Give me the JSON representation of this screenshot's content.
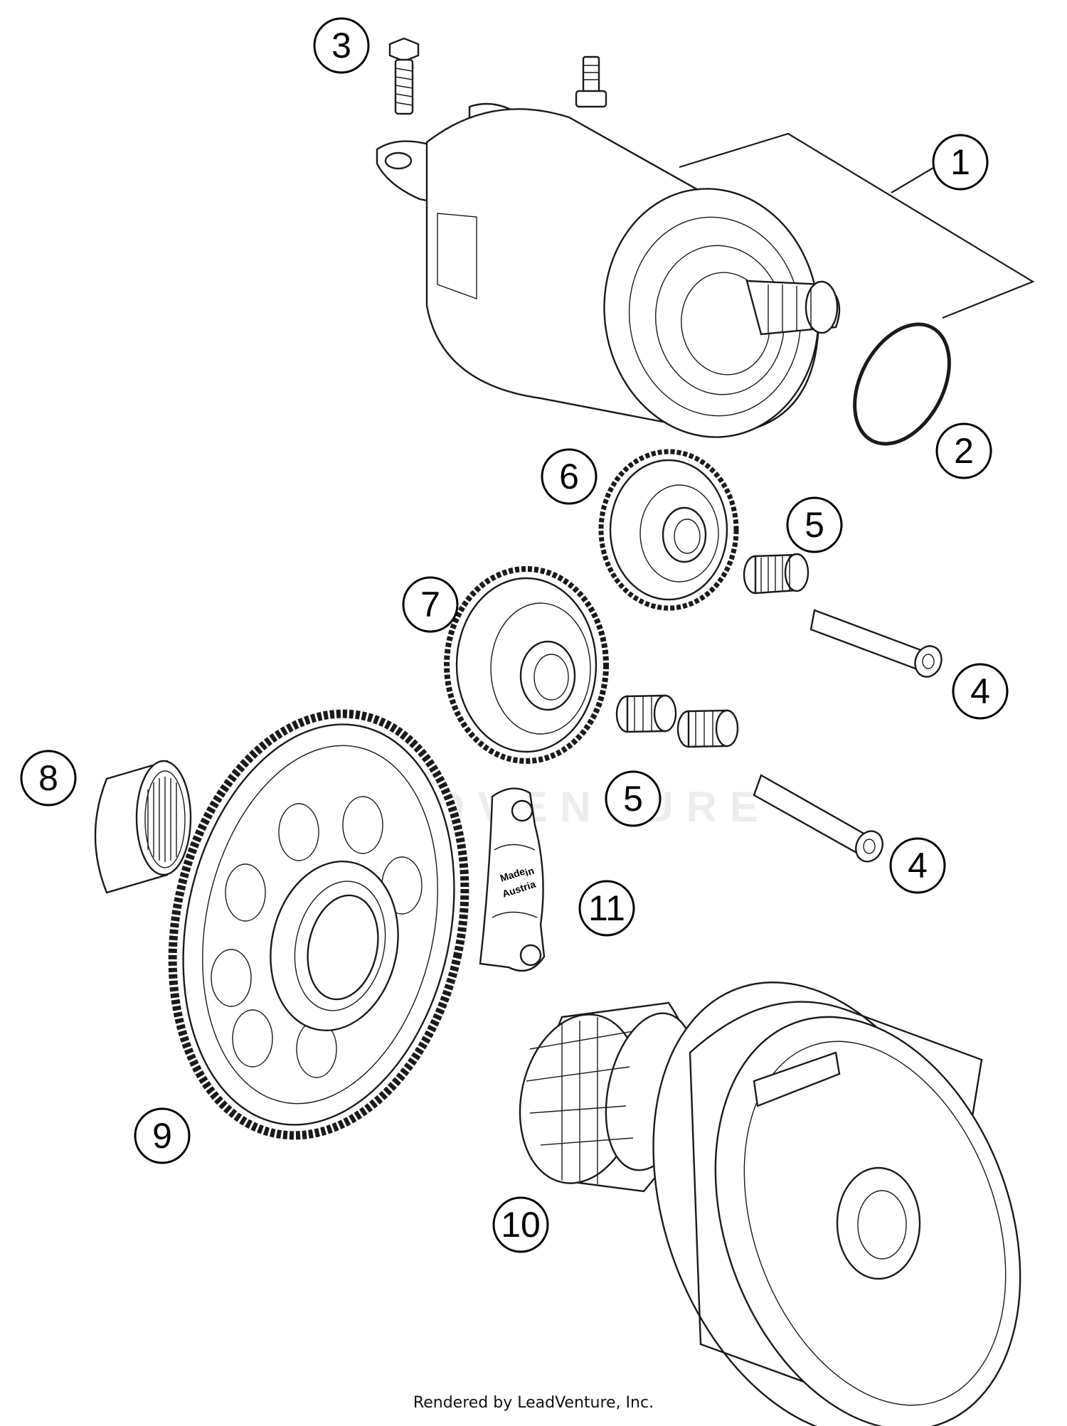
{
  "diagram": {
    "callouts": [
      {
        "id": "1",
        "label": "1"
      },
      {
        "id": "2",
        "label": "2"
      },
      {
        "id": "3",
        "label": "3"
      },
      {
        "id": "4a",
        "label": "4"
      },
      {
        "id": "4b",
        "label": "4"
      },
      {
        "id": "5a",
        "label": "5"
      },
      {
        "id": "5b",
        "label": "5"
      },
      {
        "id": "6",
        "label": "6"
      },
      {
        "id": "7",
        "label": "7"
      },
      {
        "id": "8",
        "label": "8"
      },
      {
        "id": "9",
        "label": "9"
      },
      {
        "id": "10",
        "label": "10"
      },
      {
        "id": "11",
        "label": "11"
      }
    ],
    "part_marking": [
      "Made",
      "in",
      "Austria"
    ],
    "watermark_text": "LEADVENTURE"
  },
  "footer": {
    "credit": "Rendered by LeadVenture, Inc."
  }
}
